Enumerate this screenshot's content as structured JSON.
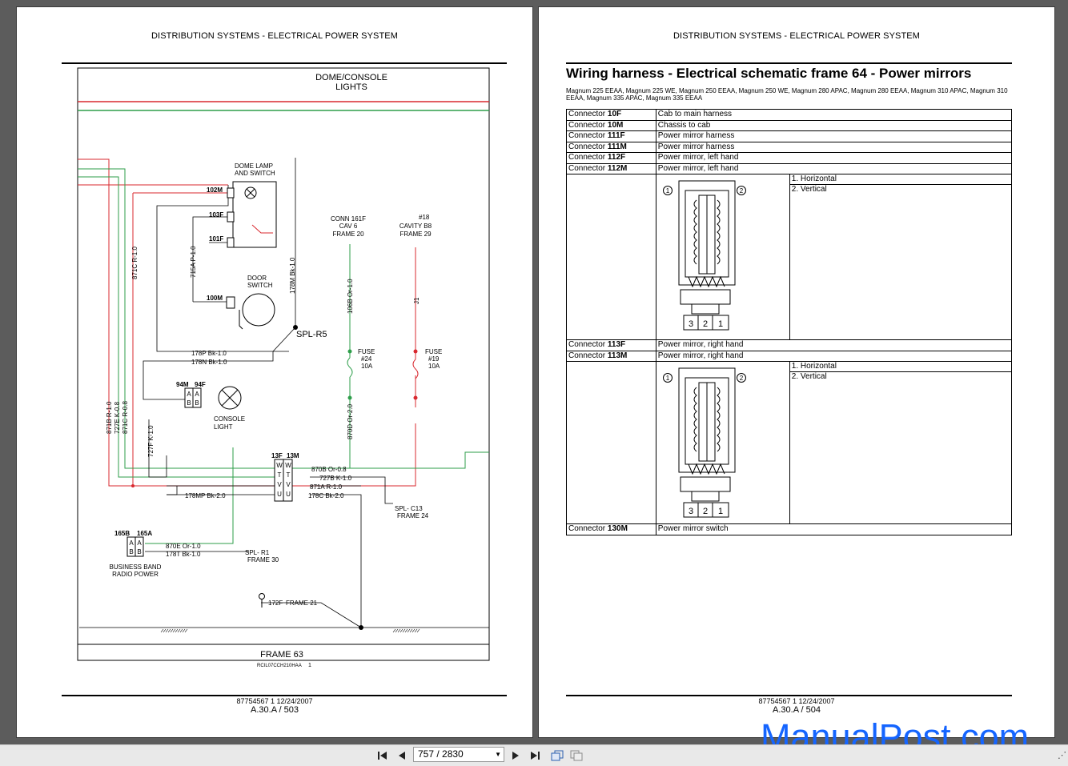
{
  "left_page": {
    "header": "DISTRIBUTION SYSTEMS - ELECTRICAL POWER SYSTEM",
    "schematic": {
      "heading_1": "DOME/CONSOLE",
      "heading_2": "LIGHTS",
      "dome_lamp_1": "DOME LAMP",
      "dome_lamp_2": "AND SWITCH",
      "c102m": "102M",
      "c103f": "103F",
      "c101f": "101F",
      "c100m": "100M",
      "door_1": "DOOR",
      "door_2": "SWITCH",
      "w715a": "715A P-1.0",
      "w871c": "871C R-1.0",
      "w178m": "178M Bk-1.0",
      "spl_r5": "SPL-R5",
      "w178p": "178P Bk-1.0",
      "w178n": "178N Bk-1.0",
      "c94m": "94M",
      "c94f": "94F",
      "console_1": "CONSOLE",
      "console_2": "LIGHT",
      "w871b": "871B R-1.0",
      "w727e": "727E K-0.8",
      "w871c2": "871C R-0.8",
      "w727f": "727F K-1.0",
      "conn161_1": "CONN 161F",
      "conn161_2": "CAV 6",
      "conn161_3": "FRAME 20",
      "w106b": "106B Or-1.0",
      "fuse24_1": "FUSE",
      "fuse24_2": "#24",
      "fuse24_3": "10A",
      "w870d": "870D Or-2.0",
      "cav18_1": "#18",
      "cav18_2": "CAVITY B8",
      "cav18_3": "FRAME 29",
      "wj1": "J1",
      "fuse19_1": "FUSE",
      "fuse19_2": "#19",
      "fuse19_3": "10A",
      "c13f": "13F",
      "c13m": "13M",
      "w870b": "870B Or-0.8",
      "w727b": "727B K-1.0",
      "w871a": "871A R-1.0",
      "w178c": "178C Bk-2.0",
      "w178mp": "178MP Bk-2.0",
      "spl_c13_1": "SPL- C13",
      "spl_c13_2": "FRAME 24",
      "c165b": "165B",
      "c165a": "165A",
      "w870e": "870E Or-1.0",
      "w178t": "178T Bk-1.0",
      "spl_r1_1": "SPL- R1",
      "spl_r1_2": "FRAME 30",
      "bb_1": "BUSINESS BAND",
      "bb_2": "RADIO POWER",
      "w172f": "172F",
      "frame21": "FRAME 21",
      "frame_label": "FRAME 63",
      "pin_w": "W",
      "pin_t": "T",
      "pin_v": "V",
      "pin_u": "U",
      "pin_a": "A",
      "pin_b": "B",
      "ref_code": "RCIL07CCH210HAA",
      "ref_num": "1"
    },
    "footer_doc": "87754567 1 12/24/2007",
    "footer_page": "A.30.A / 503"
  },
  "right_page": {
    "header": "DISTRIBUTION SYSTEMS - ELECTRICAL POWER SYSTEM",
    "title": "Wiring harness - Electrical schematic frame 64 - Power mirrors",
    "models": "Magnum 225 EEAA, Magnum 225 WE, Magnum 250 EEAA, Magnum 250 WE, Magnum 280 APAC, Magnum 280 EEAA, Magnum 310 APAC, Magnum 310 EEAA, Magnum 335 APAC, Magnum 335 EEAA",
    "connectors_a": [
      {
        "prefix": "Connector ",
        "id": "10F",
        "desc": "Cab to main harness"
      },
      {
        "prefix": "Connector ",
        "id": "10M",
        "desc": "Chassis to cab"
      },
      {
        "prefix": "Connector ",
        "id": "111F",
        "desc": "Power mirror harness"
      },
      {
        "prefix": "Connector ",
        "id": "111M",
        "desc": "Power mirror harness"
      },
      {
        "prefix": "Connector ",
        "id": "112F",
        "desc": "Power mirror, left hand"
      },
      {
        "prefix": "Connector ",
        "id": "112M",
        "desc": "Power mirror, left hand"
      }
    ],
    "pins_a": [
      "1.  Horizontal",
      "2.  Vertical"
    ],
    "connectors_b": [
      {
        "prefix": "Connector ",
        "id": "113F",
        "desc": "Power mirror, right hand"
      },
      {
        "prefix": "Connector ",
        "id": "113M",
        "desc": "Power mirror, right hand"
      }
    ],
    "pins_b": [
      "1.  Horizontal",
      "2.  Vertical"
    ],
    "connector_c": {
      "prefix": "Connector ",
      "id": "130M",
      "desc": "Power mirror switch"
    },
    "diagram_labels": {
      "circle1": "1",
      "circle2": "2",
      "pin3": "3",
      "pin2": "2",
      "pin1": "1"
    },
    "footer_doc": "87754567 1 12/24/2007",
    "footer_page": "A.30.A / 504"
  },
  "toolbar": {
    "page_indicator": "757 / 2830",
    "icons": [
      "first-page-icon",
      "prev-page-icon",
      "next-page-icon",
      "last-page-icon",
      "previous-view-icon",
      "next-view-icon"
    ]
  },
  "watermark": "ManualPost.com",
  "colors": {
    "red_wire": "#d9282f",
    "green_wire": "#2e9e4a",
    "watermark": "#1565ff"
  }
}
